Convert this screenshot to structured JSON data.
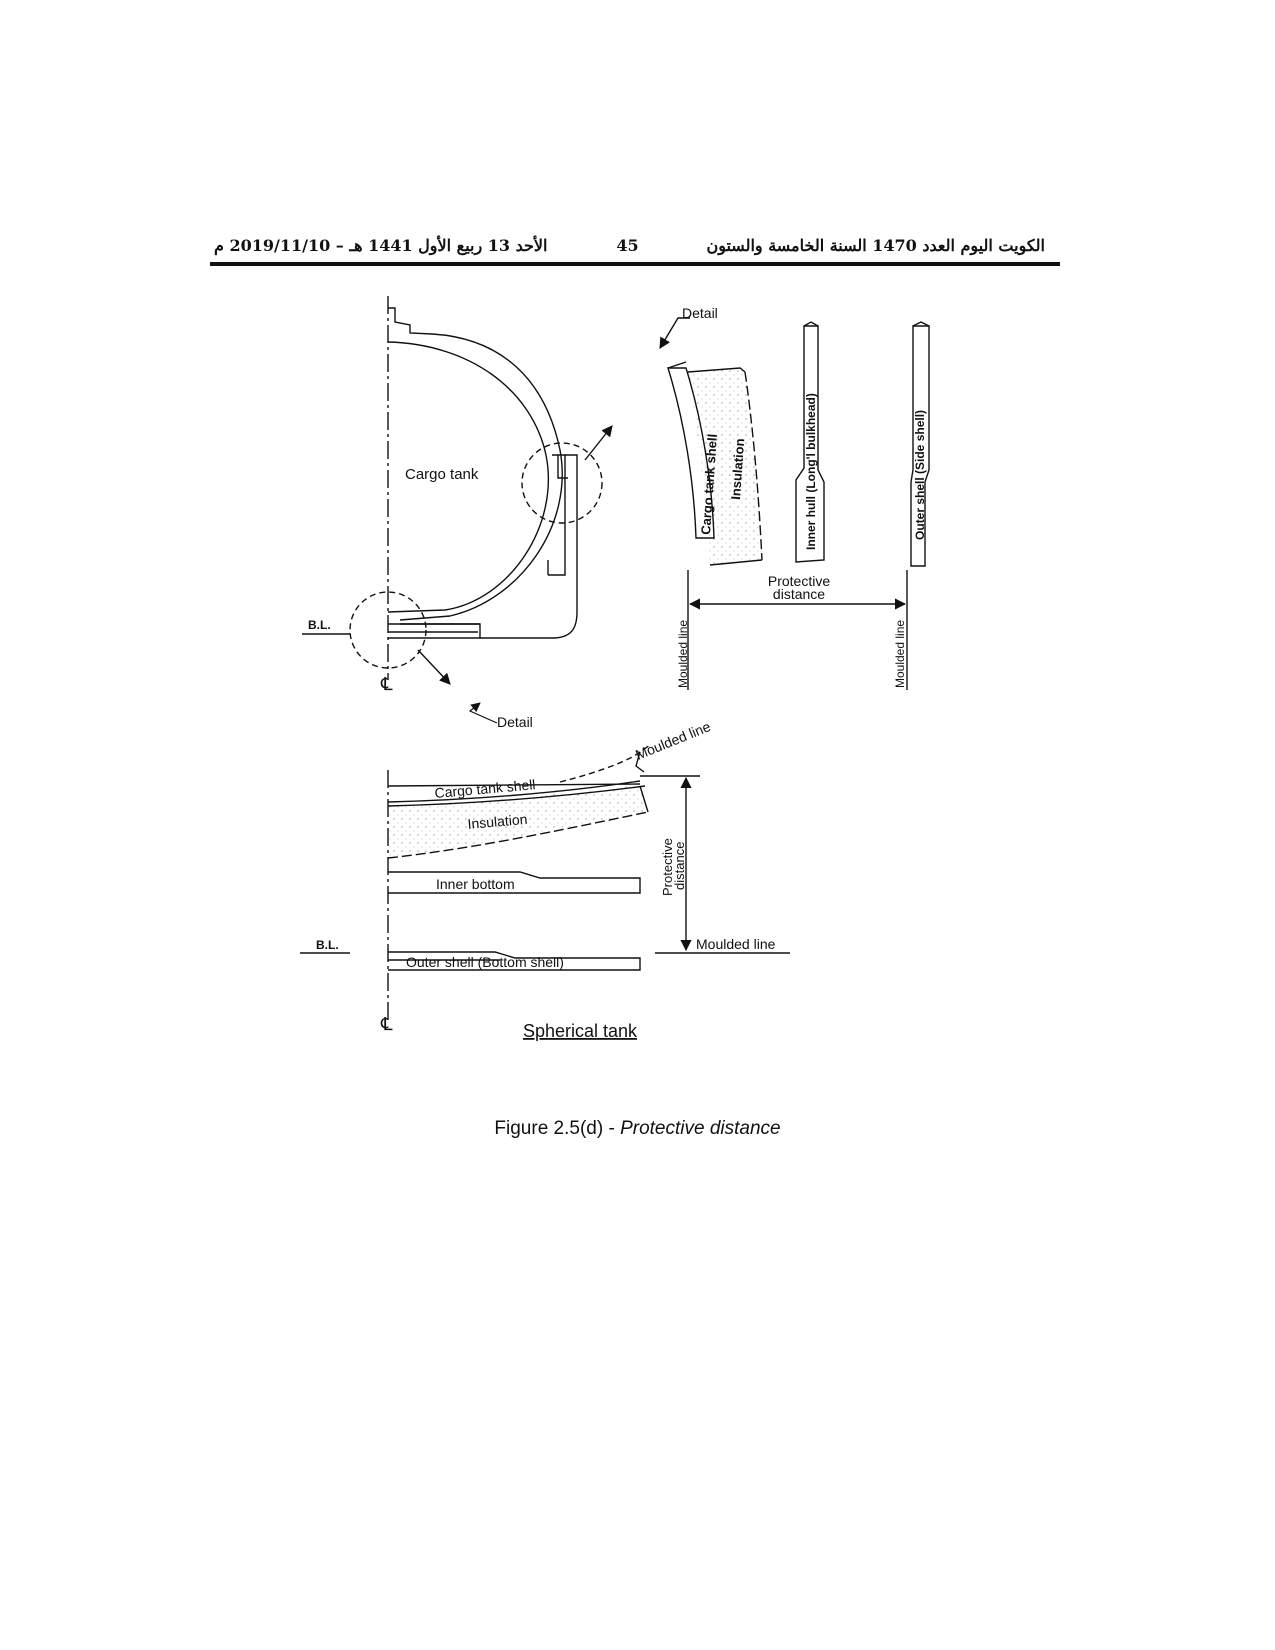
{
  "header": {
    "right_text": "الكويت اليوم العدد 1470 السنة الخامسة والستون",
    "page_number": "45",
    "left_text": "الأحد 13 ربيع الأول 1441 هـ – 2019/11/10 م"
  },
  "diagram": {
    "top_left": {
      "cargo_tank": "Cargo tank",
      "bl": "B.L.",
      "centerline": "℄",
      "detail": "Detail"
    },
    "top_right": {
      "detail": "Detail",
      "cargo_tank_shell": "Cargo tank shell",
      "insulation": "Insulation",
      "inner_hull": "Inner hull (Long'l bulkhead)",
      "outer_shell": "Outer shell (Side shell)",
      "protective_line1": "Protective",
      "protective_line2": "distance",
      "moulded_line_left": "Moulded line",
      "moulded_line_right": "Moulded line"
    },
    "bottom": {
      "moulded_line_top": "Moulded line",
      "cargo_tank_shell": "Cargo tank shell",
      "insulation": "Insulation",
      "inner_bottom": "Inner bottom",
      "protective_line1": "Protective",
      "protective_line2": "distance",
      "bl": "B.L.",
      "moulded_line": "Moulded line",
      "outer_shell": "Outer shell (Bottom shell)",
      "centerline": "℄"
    },
    "subtitle": "Spherical tank"
  },
  "caption": {
    "prefix": "Figure 2.5(d) - ",
    "italic": "Protective distance"
  }
}
